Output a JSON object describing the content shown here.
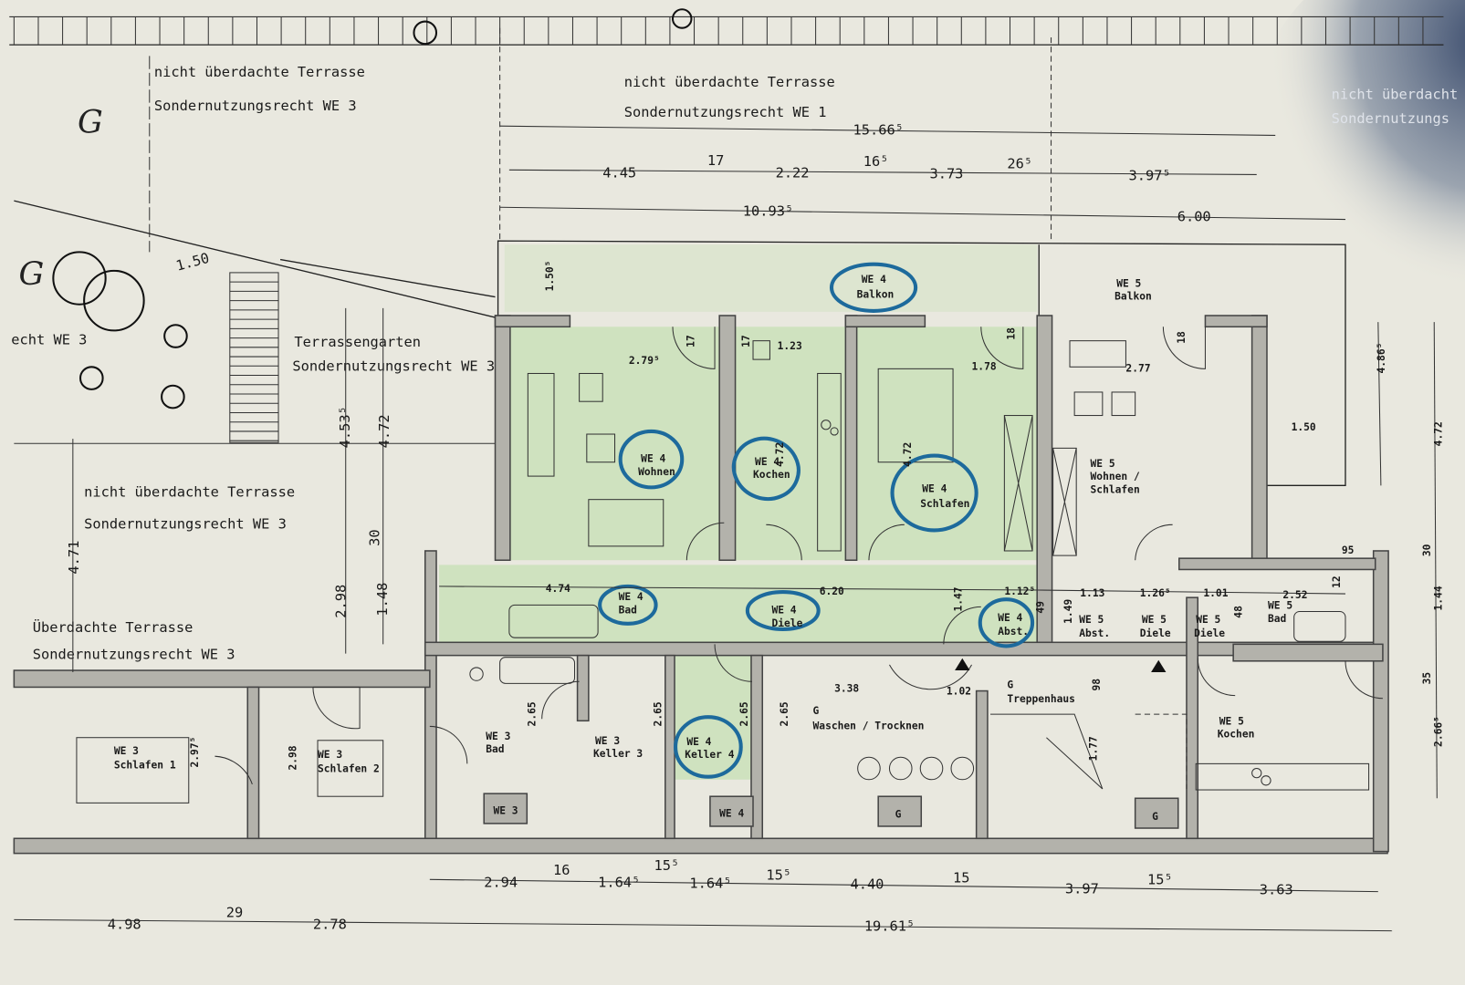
{
  "colors": {
    "paper": "#e9e8df",
    "green_highlight": "#cfe2bf",
    "walls": "#b3b2ab",
    "marker_circles": "#1d6a9c",
    "ink_smudge": "#2d3f63"
  },
  "handwritten": {
    "g_top": "G",
    "g_left": "G"
  },
  "areas": {
    "terrace_top_left": [
      "nicht überdachte Terrasse",
      "Sondernutzungsrecht WE 3"
    ],
    "terrace_top_center": [
      "nicht überdachte Terrasse",
      "Sondernutzungsrecht WE 1"
    ],
    "terrace_top_right": [
      "nicht überdacht",
      "Sondernutzungs"
    ],
    "left_cut": "echt WE 3",
    "terrace_garden": [
      "Terrassengarten",
      "Sondernutzungsrecht WE 3"
    ],
    "terrace_mid_left": [
      "nicht überdachte Terrasse",
      "Sondernutzungsrecht WE 3"
    ],
    "terrace_covered": [
      "Überdachte Terrasse",
      "Sondernutzungsrecht WE 3"
    ]
  },
  "rooms": {
    "we4_balkon": [
      "WE 4",
      "Balkon"
    ],
    "we5_balkon": [
      "WE 5",
      "Balkon"
    ],
    "we4_wohnen": [
      "WE 4",
      "Wohnen"
    ],
    "we4_kochen": [
      "WE 4",
      "Kochen"
    ],
    "we4_schlafen": [
      "WE 4",
      "Schlafen"
    ],
    "we5_wohnen": [
      "WE 5",
      "Wohnen /",
      "Schlafen"
    ],
    "we4_bad": [
      "WE 4",
      "Bad"
    ],
    "we4_diele": [
      "WE 4",
      "Diele"
    ],
    "we4_abst": [
      "WE 4",
      "Abst."
    ],
    "we5_abst": [
      "WE 5",
      "Abst."
    ],
    "we5_diele_1": [
      "WE 5",
      "Diele"
    ],
    "we5_diele_2": [
      "WE 5",
      "Diele"
    ],
    "we5_bad": [
      "WE 5",
      "Bad"
    ],
    "we3_bad": [
      "WE 3",
      "Bad"
    ],
    "we3_keller": [
      "WE 3",
      "Keller 3"
    ],
    "we4_keller": [
      "WE 4",
      "Keller 4"
    ],
    "g_waschen": [
      "G",
      "Waschen / Trocknen"
    ],
    "g_treppenhaus": [
      "G",
      "Treppenhaus"
    ],
    "we5_kochen": [
      "WE 5",
      "Kochen"
    ],
    "we3_schlafen1": [
      "WE 3",
      "Schlafen 1"
    ],
    "we3_schlafen2": [
      "WE 3",
      "Schlafen 2"
    ],
    "cellar_tags": [
      "WE 3",
      "WE 4",
      "G",
      "G"
    ]
  },
  "dimensions": {
    "top": [
      "15.66⁵",
      "4.45",
      "17",
      "2.22",
      "16⁵",
      "3.73",
      "26⁵",
      "3.97⁵",
      "10.93⁵",
      "6.00",
      "1.50"
    ],
    "left": [
      "4.53⁵",
      "4.72",
      "4.71",
      "2.98",
      "1.48",
      "30"
    ],
    "interior": [
      "1.50⁵",
      "2.79⁵",
      "17",
      "1.23",
      "17",
      "4.72",
      "1.78",
      "18",
      "4.72",
      "2.77",
      "18",
      "4.86⁵",
      "1.50",
      "4.72",
      "4.74",
      "6.20",
      "1.47",
      "1.12⁵",
      "49",
      "1.13",
      "1.26⁵",
      "1.01",
      "1.49",
      "48",
      "2.52",
      "12",
      "95",
      "30",
      "1.44",
      "35",
      "2.66⁵",
      "2.65",
      "2.65",
      "2.65",
      "3.38",
      "2.65",
      "1.02",
      "98",
      "1.77",
      "2.97⁵",
      "2.98"
    ],
    "bottom": [
      "2.94",
      "16",
      "1.64⁵",
      "15⁵",
      "1.64⁵",
      "15⁵",
      "4.40",
      "15",
      "3.97",
      "15⁵",
      "3.63"
    ],
    "bottom_total": [
      "4.98",
      "29",
      "2.78",
      "19.61⁵"
    ]
  }
}
